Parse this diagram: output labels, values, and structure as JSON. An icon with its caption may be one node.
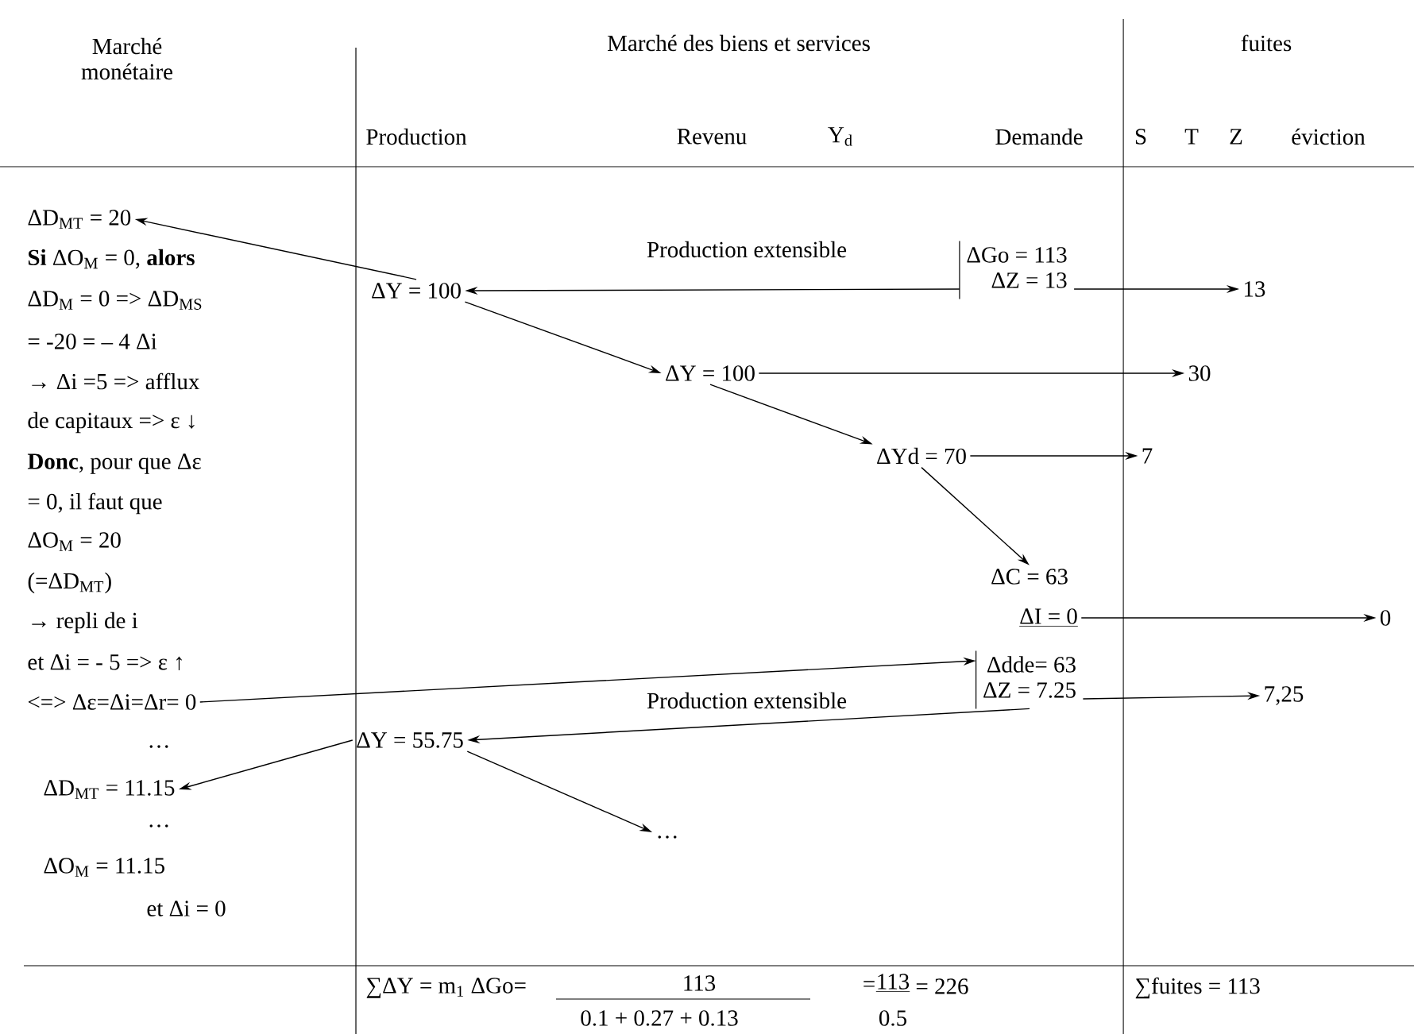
{
  "diagram": {
    "nodes": [
      {
        "text": [
          "ΔD$_{MT}$ = 20"
        ]
      },
      {
        "text": [
          "ΔGo = 113",
          "ΔZ = 13"
        ]
      },
      {
        "text": [
          "ΔY = 100"
        ]
      },
      {
        "text": [
          "13"
        ]
      },
      {
        "text": [
          "ΔY = 100"
        ]
      },
      {
        "text": [
          "30"
        ]
      },
      {
        "text": [
          "ΔYd = 70"
        ]
      },
      {
        "text": [
          "7"
        ]
      },
      {
        "text": [
          "ΔC = 63"
        ]
      },
      {
        "text": [
          "ΔI = 0"
        ]
      },
      {
        "text": [
          "0"
        ]
      },
      {
        "text": [
          "<=> Δε=Δi=Δr= 0"
        ]
      },
      {
        "text": [
          "Δdde= 63",
          "ΔZ = 7.25"
        ]
      },
      {
        "text": [
          "7,25"
        ]
      },
      {
        "text": [
          "ΔY = 55.75"
        ]
      },
      {
        "text": [
          "ΔD$_{MT}$ = 11.15"
        ]
      },
      {
        "text": [
          "…"
        ]
      }
    ],
    "edges": [
      {
        "from": 2,
        "to": 0,
        "arrow": "to"
      },
      {
        "from": 1,
        "to": 2,
        "arrow": "to",
        "label": "Production extensible"
      },
      {
        "from": 1,
        "to": 3,
        "arrow": "to"
      },
      {
        "from": 2,
        "to": 4,
        "arrow": "to"
      },
      {
        "from": 4,
        "to": 5,
        "arrow": "to"
      },
      {
        "from": 4,
        "to": 6,
        "arrow": "to"
      },
      {
        "from": 6,
        "to": 7,
        "arrow": "to"
      },
      {
        "from": 6,
        "to": 8,
        "arrow": "to"
      },
      {
        "from": 9,
        "to": 10,
        "arrow": "to"
      },
      {
        "from": 11,
        "to": 12,
        "arrow": "to"
      },
      {
        "from": 12,
        "to": 13,
        "arrow": "to"
      },
      {
        "from": 12,
        "to": 14,
        "arrow": "to",
        "label": "Production extensible"
      },
      {
        "from": 14,
        "to": 15,
        "arrow": "to"
      },
      {
        "from": 14,
        "to": 16,
        "arrow": "to"
      }
    ],
    "labels": [
      "Marché monétaire",
      "Marché des biens et services",
      "fuites",
      "Production",
      "Revenu",
      "Y$_{d}$",
      "Demande",
      "S",
      "T",
      "Z",
      "éviction",
      "**Si** ΔO$_{M}$ = 0, **alors**",
      "ΔD$_{M}$ = 0 => ΔD$_{MS}$",
      "= -20 =  – 4 Δi",
      "→ Δi =5 => afflux",
      "de capitaux => ε ↓",
      "**Donc**, pour que Δε",
      "= 0, il faut que",
      "ΔO$_{M}$ = 20",
      "(=ΔD$_{MT}$)",
      "→ repli de i",
      "et  Δi = - 5 => ε ↑",
      "…",
      "…",
      "ΔO$_{M}$ = 11.15",
      "et Δi = 0",
      "∑ΔY = m$_{1}$ ΔGo=",
      "113",
      "0.1 + 0.27 + 0.13",
      "=",
      "113",
      "= 226",
      "0.5",
      "∑fuites = 113"
    ]
  }
}
